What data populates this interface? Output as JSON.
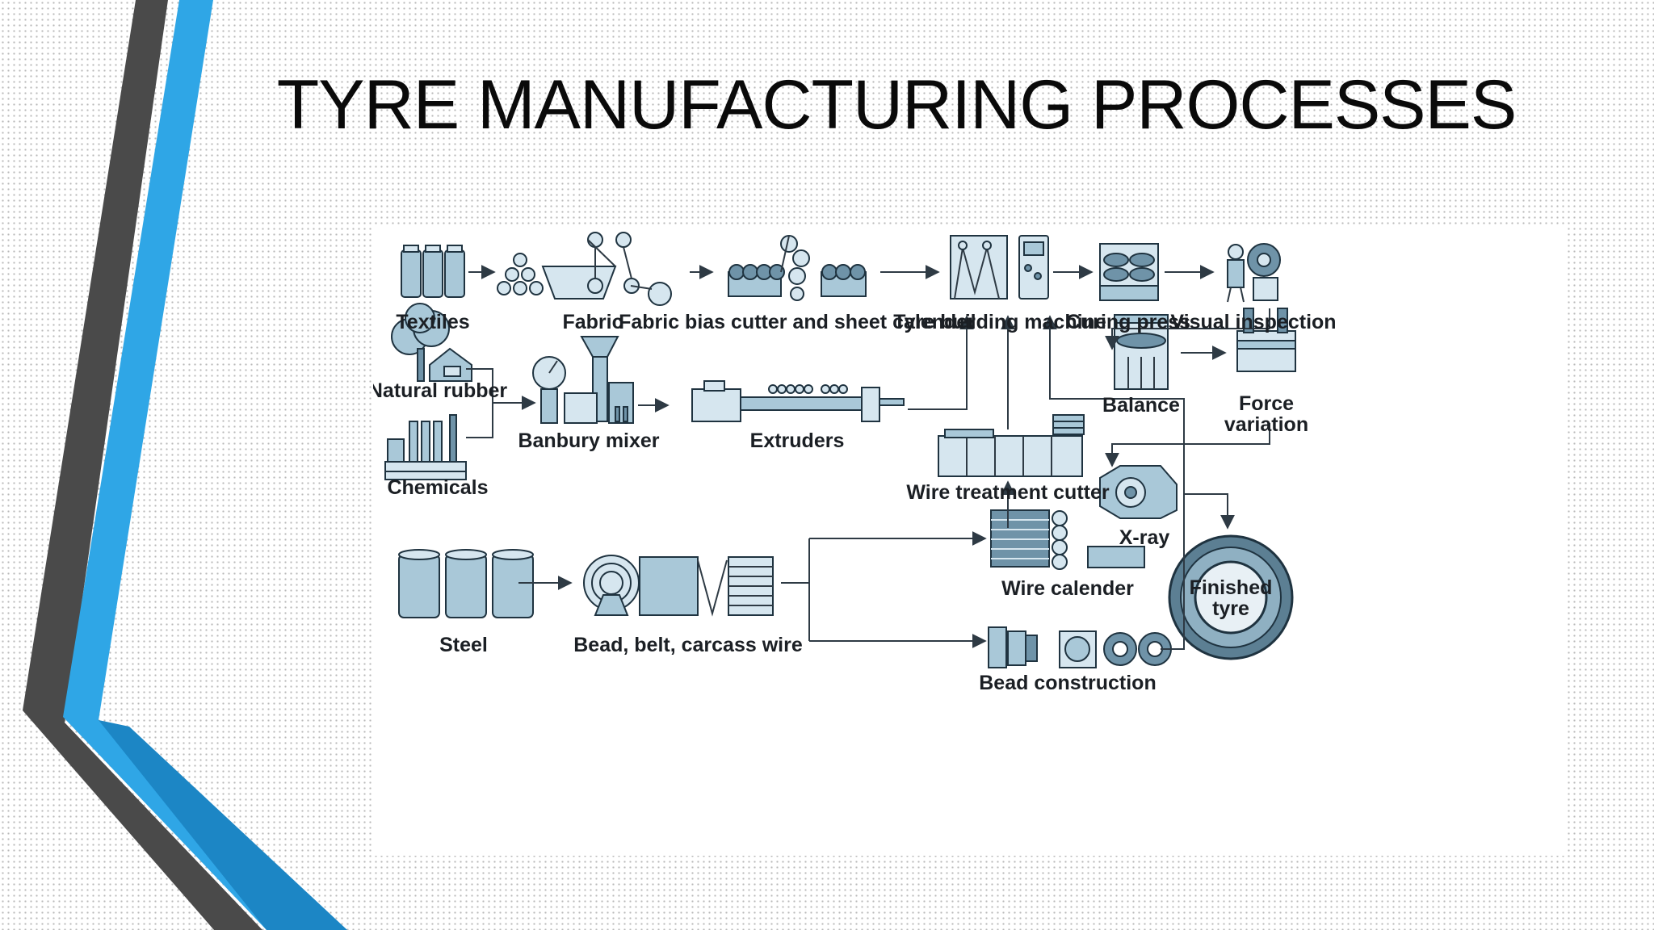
{
  "slide": {
    "title": "TYRE MANUFACTURING PROCESSES"
  },
  "diagram": {
    "nodes": [
      {
        "id": "textiles",
        "label": "Textiles"
      },
      {
        "id": "fabric",
        "label": "Fabric"
      },
      {
        "id": "fabric-bias-cutter",
        "label": "Fabric bias cutter and sheet calender"
      },
      {
        "id": "tyre-building-machine",
        "label": "Tyre building machine"
      },
      {
        "id": "curing-press",
        "label": "Curing press"
      },
      {
        "id": "visual-inspection",
        "label": "Visual inspection"
      },
      {
        "id": "natural-rubber",
        "label": "Natural rubber"
      },
      {
        "id": "chemicals",
        "label": "Chemicals"
      },
      {
        "id": "banbury-mixer",
        "label": "Banbury mixer"
      },
      {
        "id": "extruders",
        "label": "Extruders"
      },
      {
        "id": "wire-treatment-cutter",
        "label": "Wire treatment cutter"
      },
      {
        "id": "balance",
        "label": "Balance"
      },
      {
        "id": "force-variation",
        "label": [
          "Force",
          "variation"
        ]
      },
      {
        "id": "x-ray",
        "label": "X-ray"
      },
      {
        "id": "finished-tyre",
        "label": [
          "Finished",
          "tyre"
        ]
      },
      {
        "id": "steel",
        "label": "Steel"
      },
      {
        "id": "bead-belt-carcass-wire",
        "label": "Bead, belt, carcass wire"
      },
      {
        "id": "wire-calender",
        "label": "Wire calender"
      },
      {
        "id": "bead-construction",
        "label": "Bead construction"
      }
    ],
    "edges": [
      [
        "textiles",
        "fabric"
      ],
      [
        "fabric",
        "fabric-bias-cutter"
      ],
      [
        "fabric-bias-cutter",
        "tyre-building-machine"
      ],
      [
        "tyre-building-machine",
        "curing-press"
      ],
      [
        "curing-press",
        "visual-inspection"
      ],
      [
        "visual-inspection",
        "balance"
      ],
      [
        "balance",
        "force-variation"
      ],
      [
        "force-variation",
        "x-ray"
      ],
      [
        "x-ray",
        "finished-tyre"
      ],
      [
        "natural-rubber",
        "banbury-mixer"
      ],
      [
        "chemicals",
        "banbury-mixer"
      ],
      [
        "banbury-mixer",
        "extruders"
      ],
      [
        "extruders",
        "tyre-building-machine"
      ],
      [
        "wire-treatment-cutter",
        "tyre-building-machine"
      ],
      [
        "wire-calender",
        "wire-treatment-cutter"
      ],
      [
        "steel",
        "bead-belt-carcass-wire"
      ],
      [
        "bead-belt-carcass-wire",
        "wire-calender"
      ],
      [
        "bead-belt-carcass-wire",
        "bead-construction"
      ],
      [
        "bead-construction",
        "tyre-building-machine"
      ]
    ]
  },
  "colors": {
    "accent_blue": "#2fa6e6",
    "accent_blue_dark": "#1c86c5",
    "accent_gray": "#4a4a4a",
    "machine_fill": "#a9c8d8",
    "machine_stroke": "#1f3340"
  }
}
